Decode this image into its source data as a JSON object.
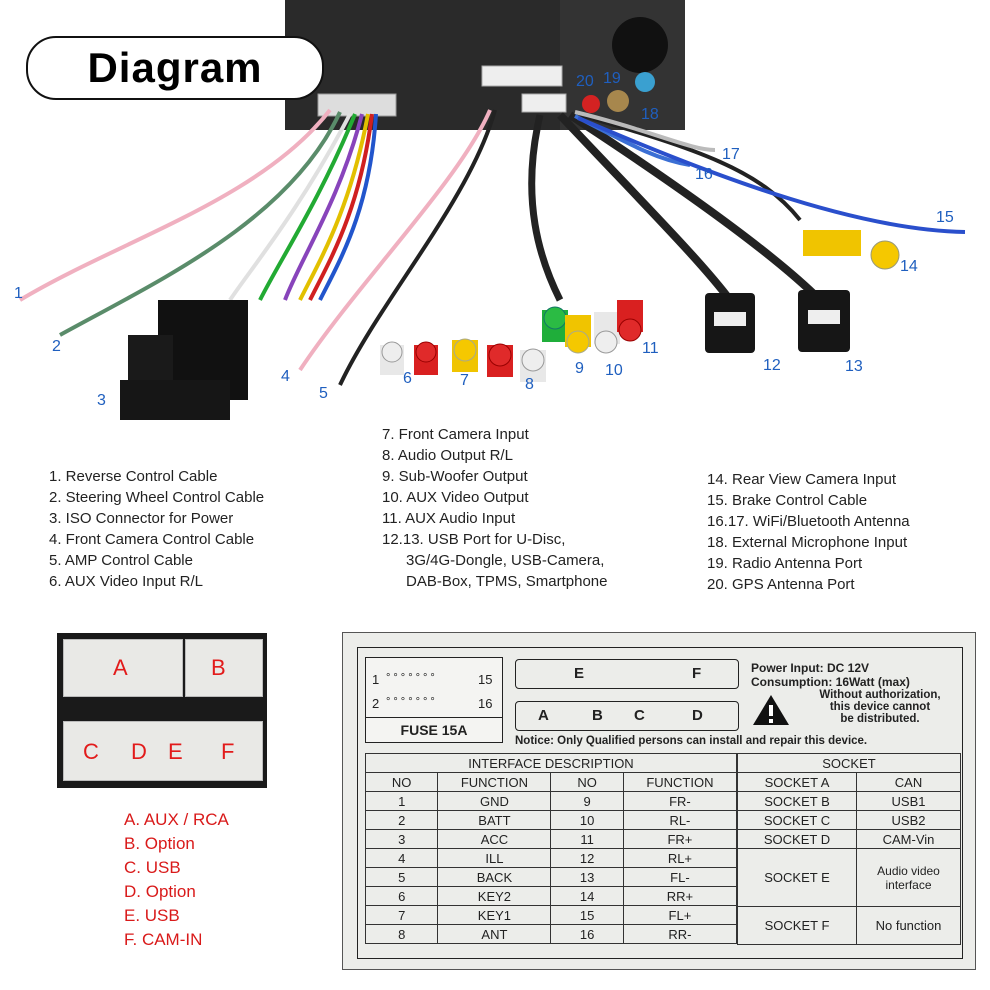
{
  "title": "Diagram",
  "numbers": [
    "1",
    "2",
    "3",
    "4",
    "5",
    "6",
    "7",
    "8",
    "9",
    "10",
    "11",
    "12",
    "13",
    "14",
    "15",
    "16",
    "17",
    "18",
    "19",
    "20"
  ],
  "legend_left": [
    "1. Reverse Control Cable",
    "2. Steering Wheel Control Cable",
    "3. ISO Connector for Power",
    "4. Front Camera Control Cable",
    "5. AMP Control Cable",
    "6. AUX Video Input R/L"
  ],
  "legend_mid": [
    "7. Front Camera Input",
    "8. Audio Output R/L",
    "9. Sub-Woofer Output",
    "10. AUX Video Output",
    "11. AUX Audio Input",
    "12.13. USB Port for U-Disc,",
    "3G/4G-Dongle, USB-Camera,",
    "DAB-Box, TPMS, Smartphone"
  ],
  "legend_right": [
    "14. Rear View Camera Input",
    "15. Brake Control Cable",
    "16.17. WiFi/Bluetooth Antenna",
    "18. External Microphone Input",
    "19. Radio Antenna Port",
    "20. GPS Antenna Port"
  ],
  "connector_letters": [
    "A",
    "B",
    "C",
    "D",
    "E",
    "F"
  ],
  "connector_legend": [
    "A. AUX / RCA",
    "B. Option",
    "C. USB",
    "D. Option",
    "E. USB",
    "F. CAM-IN"
  ],
  "label_card": {
    "pin_row1_start": "1",
    "pin_row1_end": "15",
    "pin_row2_start": "2",
    "pin_row2_end": "16",
    "fuse": "FUSE 15A",
    "power_input": "Power Input: DC 12V",
    "consumption": "Consumption: 16Watt (max)",
    "warning1": "Without authorization,",
    "warning2": "this device cannot",
    "warning3": "be distributed.",
    "notice": "Notice: Only Qualified persons can install and repair this device.",
    "interface_header": "INTERFACE DESCRIPTION",
    "socket_header": "SOCKET",
    "col_no": "NO",
    "col_function": "FUNCTION",
    "pins_left": [
      {
        "no": "1",
        "fn": "GND"
      },
      {
        "no": "2",
        "fn": "BATT"
      },
      {
        "no": "3",
        "fn": "ACC"
      },
      {
        "no": "4",
        "fn": "ILL"
      },
      {
        "no": "5",
        "fn": "BACK"
      },
      {
        "no": "6",
        "fn": "KEY2"
      },
      {
        "no": "7",
        "fn": "KEY1"
      },
      {
        "no": "8",
        "fn": "ANT"
      }
    ],
    "pins_right": [
      {
        "no": "9",
        "fn": "FR-"
      },
      {
        "no": "10",
        "fn": "RL-"
      },
      {
        "no": "11",
        "fn": "FR+"
      },
      {
        "no": "12",
        "fn": "RL+"
      },
      {
        "no": "13",
        "fn": "FL-"
      },
      {
        "no": "14",
        "fn": "RR+"
      },
      {
        "no": "15",
        "fn": "FL+"
      },
      {
        "no": "16",
        "fn": "RR-"
      }
    ],
    "sockets": [
      {
        "name": "SOCKET  A",
        "val": "CAN"
      },
      {
        "name": "SOCKET  B",
        "val": "USB1"
      },
      {
        "name": "SOCKET  C",
        "val": "USB2"
      },
      {
        "name": "SOCKET  D",
        "val": "CAM-Vin"
      },
      {
        "name": "SOCKET  E",
        "val": "Audio video interface"
      },
      {
        "name": "SOCKET  F",
        "val": "No function"
      }
    ]
  },
  "colors": {
    "accent_blue": "#1f5fbf",
    "legend_red": "#d91a1a"
  }
}
